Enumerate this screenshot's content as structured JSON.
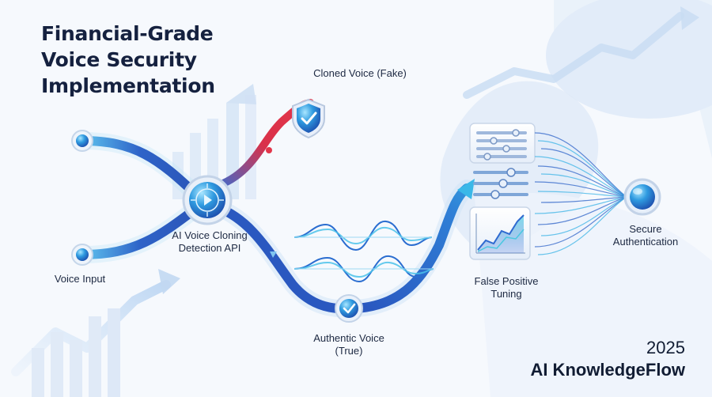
{
  "title": {
    "line1": "Financial-Grade",
    "line2": "Voice Security",
    "line3": "Implementation"
  },
  "labels": {
    "voice_input": "Voice Input",
    "api_line1": "AI Voice Cloning",
    "api_line2": "Detection API",
    "cloned_voice": "Cloned Voice (Fake)",
    "authentic_line1": "Authentic Voice",
    "authentic_line2": "(True)",
    "tuning_line1": "False Positive",
    "tuning_line2": "Tuning",
    "secure_line1": "Secure",
    "secure_line2": "Authentication"
  },
  "footer": {
    "year": "2025",
    "brand": "AI KnowledgeFlow"
  },
  "colors": {
    "flow_blue": "#2e63c8",
    "flow_cyan": "#36b6e6",
    "fake_red": "#e3364a",
    "fake_purple": "#8a3fb0",
    "title_navy": "#15213f"
  },
  "icons": [
    "shield-check-icon",
    "check-circle-icon",
    "api-node-icon",
    "sliders-icon",
    "line-chart-icon",
    "input-node-icon",
    "output-node-icon"
  ]
}
